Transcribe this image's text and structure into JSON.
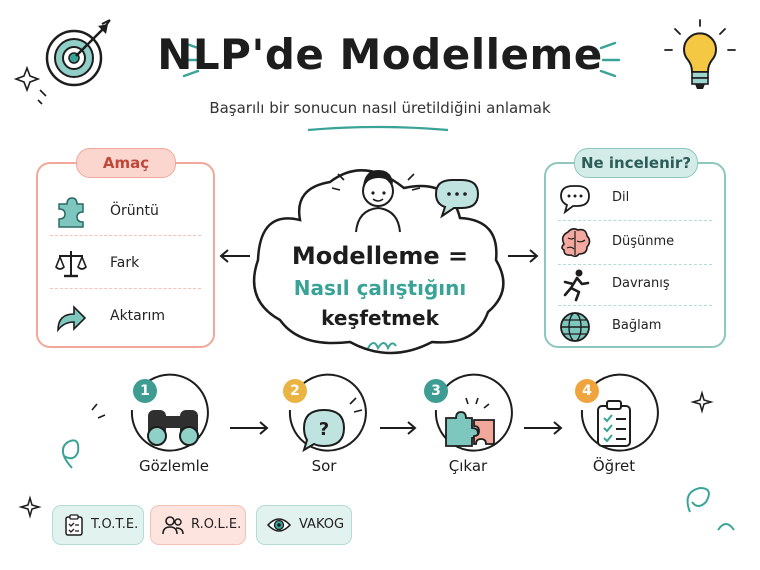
{
  "header": {
    "title": "NLP'de Modelleme",
    "subtitle": "Başarılı bir sonucun nasıl üretildiğini anlamak"
  },
  "left_panel": {
    "title": "Amaç",
    "items": [
      {
        "label": "Örüntü",
        "icon": "puzzle-icon"
      },
      {
        "label": "Fark",
        "icon": "scale-icon"
      },
      {
        "label": "Aktarım",
        "icon": "curved-arrow-icon"
      }
    ]
  },
  "right_panel": {
    "title": "Ne incelenir?",
    "items": [
      {
        "label": "Dil",
        "icon": "speech-bubble-icon"
      },
      {
        "label": "Düşünme",
        "icon": "brain-icon"
      },
      {
        "label": "Davranış",
        "icon": "running-person-icon"
      },
      {
        "label": "Bağlam",
        "icon": "globe-icon"
      }
    ]
  },
  "center": {
    "line1": "Modelleme =",
    "line2": "Nasıl çalıştığını",
    "line3": "keşfetmek"
  },
  "steps": [
    {
      "number": "1",
      "label": "Gözlemle",
      "icon": "binoculars-icon",
      "color": "#3f9c92"
    },
    {
      "number": "2",
      "label": "Sor",
      "icon": "question-bubble-icon",
      "color": "#e9b441"
    },
    {
      "number": "3",
      "label": "Çıkar",
      "icon": "puzzle-pieces-icon",
      "color": "#3f9c92"
    },
    {
      "number": "4",
      "label": "Öğret",
      "icon": "checklist-icon",
      "color": "#f0a43e"
    }
  ],
  "badges": [
    {
      "label": "T.O.T.E.",
      "icon": "checklist-icon"
    },
    {
      "label": "R.O.L.E.",
      "icon": "people-icon"
    },
    {
      "label": "VAKOG",
      "icon": "eye-icon"
    }
  ],
  "colors": {
    "accent_teal": "#3aa398",
    "accent_coral": "#f2a79b",
    "accent_yellow": "#f2c744"
  }
}
